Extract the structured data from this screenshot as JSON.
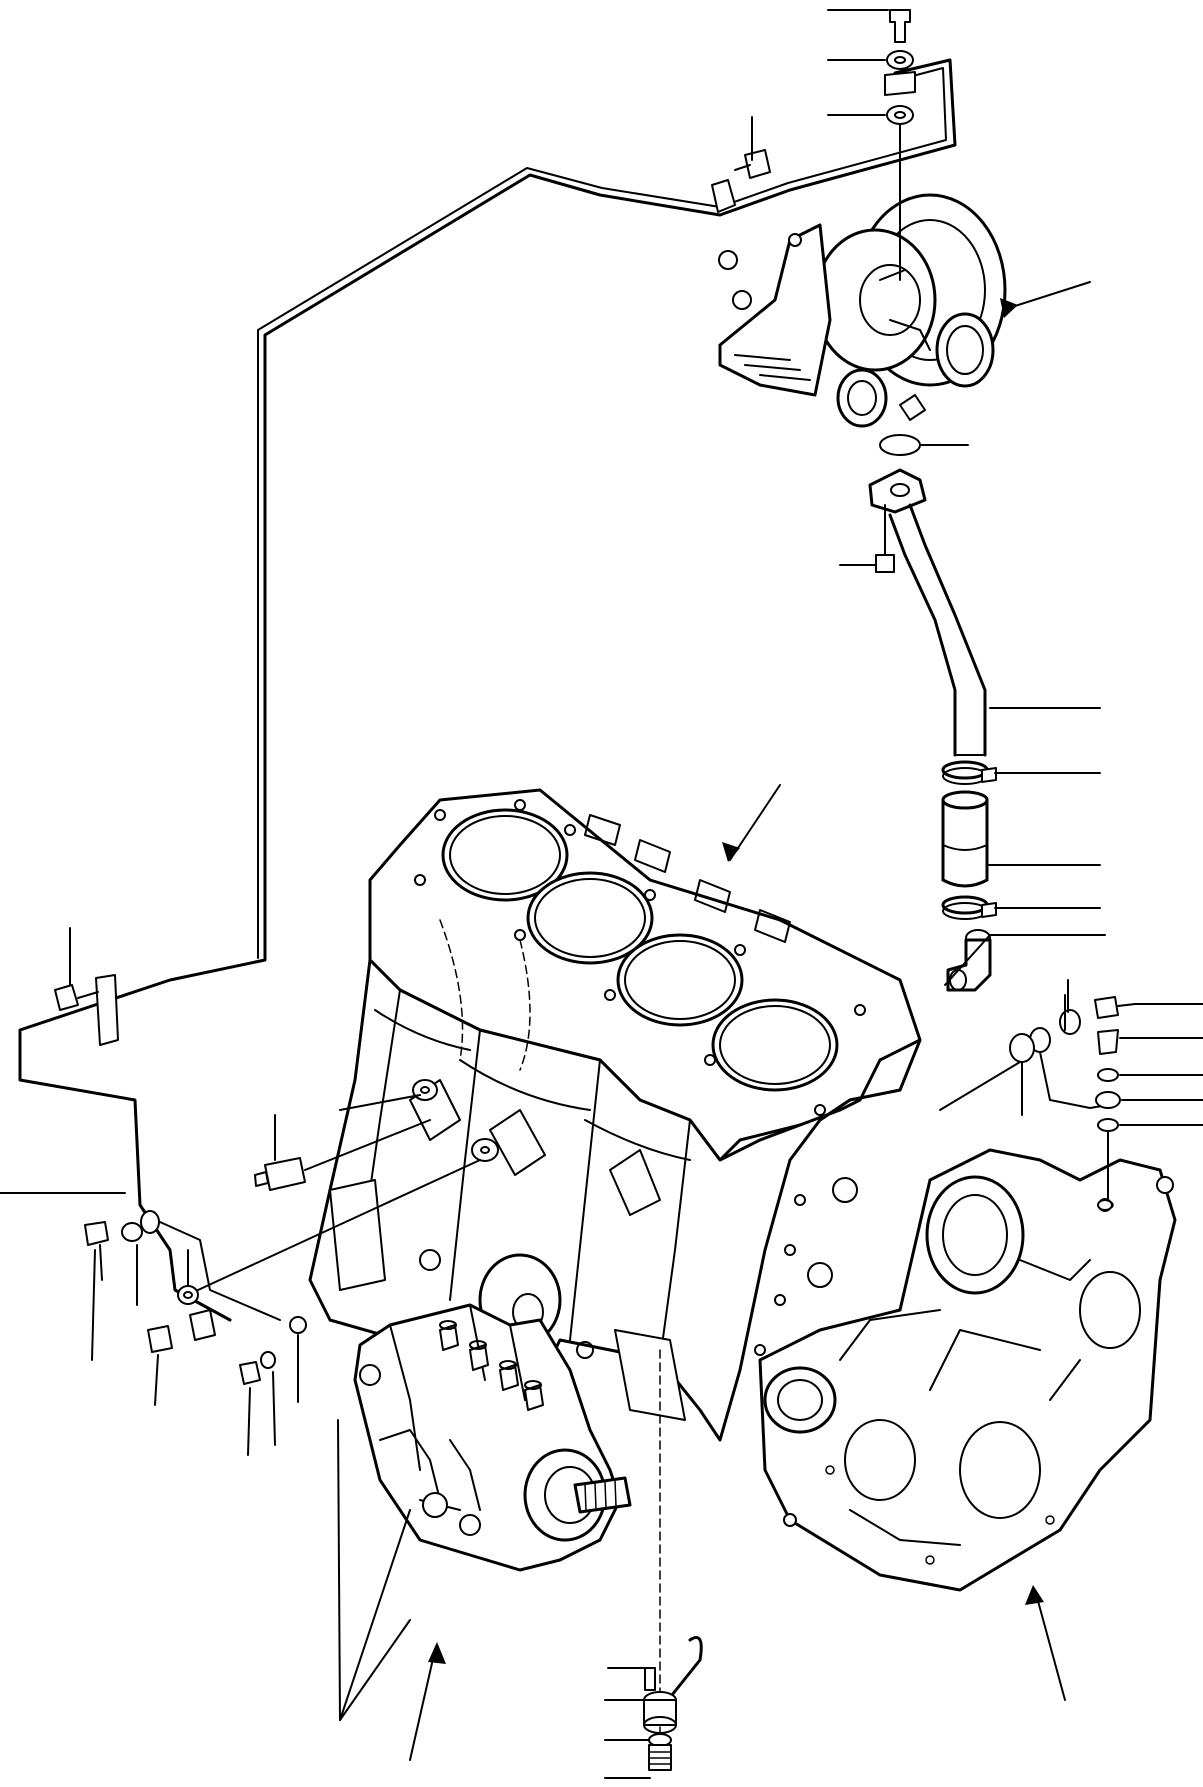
{
  "figure": {
    "style": "exploded parts diagram, black line art on white",
    "ink_color": "#000000",
    "paper_color": "#ffffff"
  },
  "callouts": [
    {
      "id": "turbo-bolt",
      "side": "top"
    },
    {
      "id": "turbo-washer-upper",
      "side": "top"
    },
    {
      "id": "turbo-washer-lower",
      "side": "top"
    },
    {
      "id": "pipe-clamp-bolt-upper",
      "side": "top"
    },
    {
      "id": "turbocharger",
      "side": "right",
      "arrow": true
    },
    {
      "id": "turbo-gasket",
      "side": "right"
    },
    {
      "id": "return-pipe-bolt",
      "side": "left"
    },
    {
      "id": "return-pipe",
      "side": "right"
    },
    {
      "id": "hose-clamp-upper",
      "side": "right"
    },
    {
      "id": "hose",
      "side": "right"
    },
    {
      "id": "hose-clamp-lower",
      "side": "right"
    },
    {
      "id": "elbow-fitting",
      "side": "right"
    },
    {
      "id": "cylinder-block",
      "side": "top",
      "arrow": true
    },
    {
      "id": "banjo-bolt",
      "side": "right"
    },
    {
      "id": "plug",
      "side": "right"
    },
    {
      "id": "gasket-a",
      "side": "right"
    },
    {
      "id": "gasket-b",
      "side": "right"
    },
    {
      "id": "gasket-c",
      "side": "right"
    },
    {
      "id": "pressure-switch",
      "side": "left"
    },
    {
      "id": "oil-feed-pipe",
      "side": "left"
    },
    {
      "id": "flange-bolt",
      "side": "left"
    },
    {
      "id": "injection-pump",
      "side": "bottom",
      "arrow": true
    },
    {
      "id": "gear-case",
      "side": "bottom",
      "arrow": true
    },
    {
      "id": "dowel-pin",
      "side": "bottom-left"
    },
    {
      "id": "sleeve",
      "side": "bottom-left"
    },
    {
      "id": "drain-plug",
      "side": "bottom-left"
    }
  ]
}
